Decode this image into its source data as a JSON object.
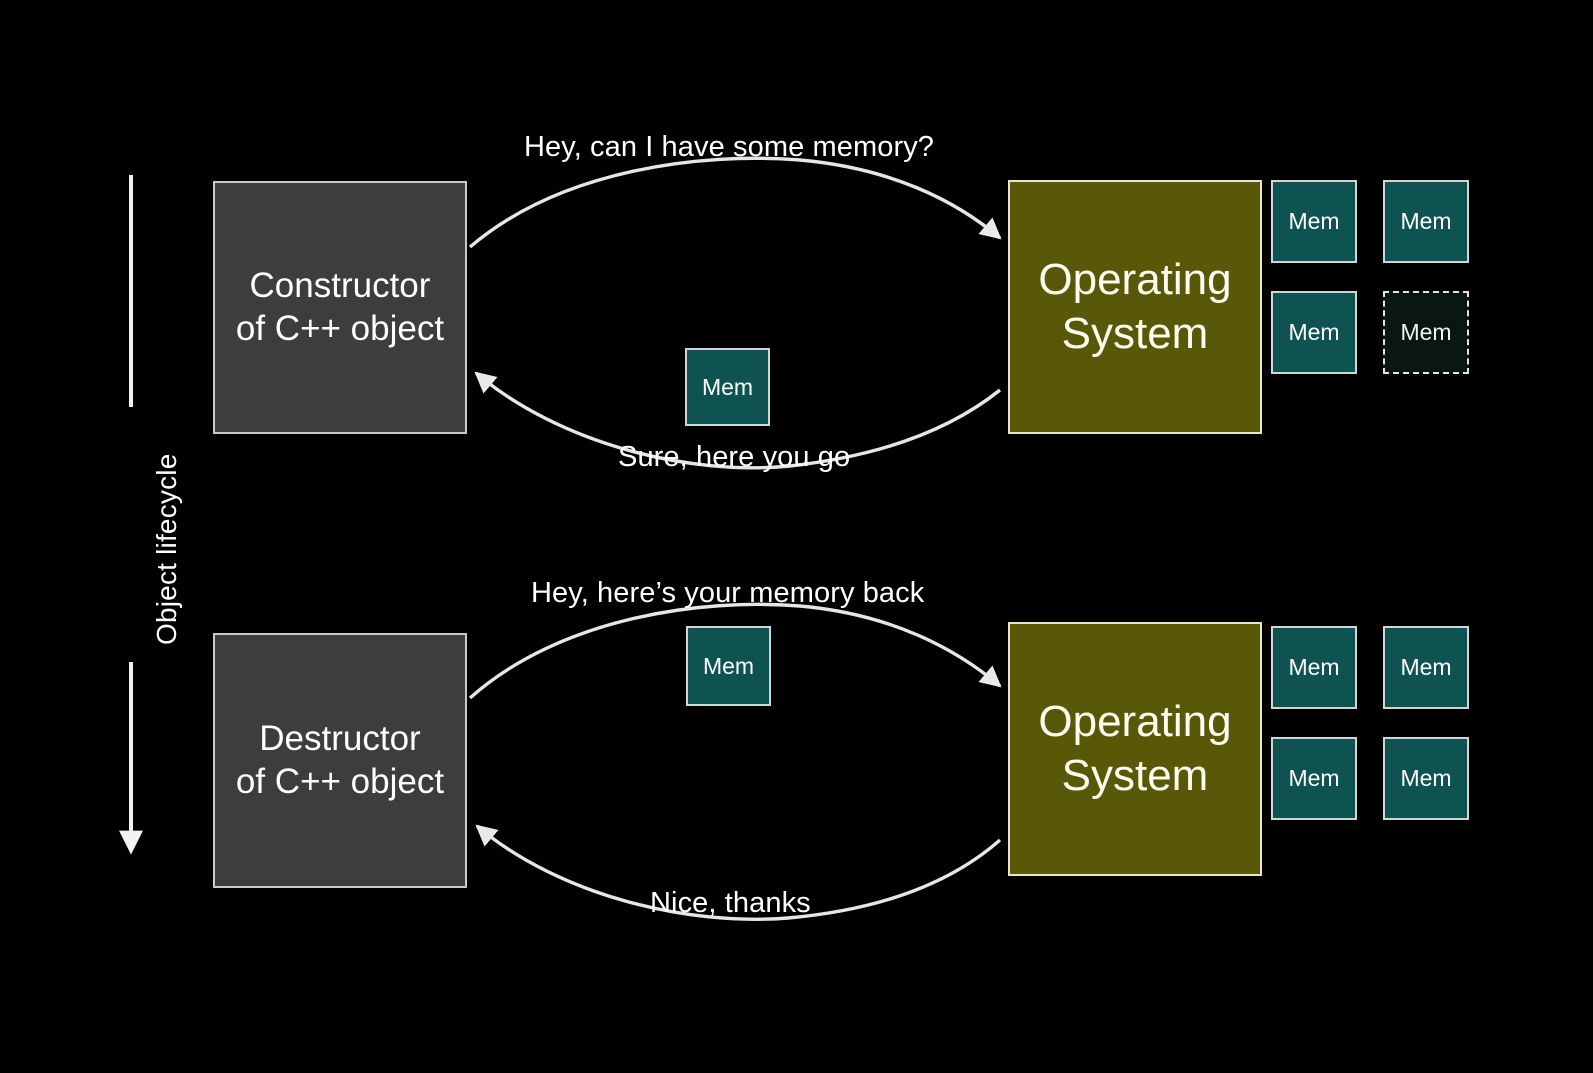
{
  "slide": {
    "background_color": "#000000",
    "title_text": "",
    "axis": {
      "label": "Object lifecycle",
      "direction": "downward",
      "color": "#ffffff"
    },
    "colors": {
      "background": "#000000",
      "caller_box_fill": "#3d3d3d",
      "caller_box_border": "#c9c9c9",
      "os_box_fill": "#585808",
      "os_box_border": "#e8e5c8",
      "memory_fill": "#0e5252",
      "memory_border": "#cfd6d6",
      "memory_freed_fill": "#0a1614",
      "memory_freed_border": "#e3e3e3",
      "arrow": "#e6e6e6",
      "text": "#ffffff"
    }
  },
  "phases": [
    {
      "id": "construction",
      "caller": {
        "line1": "Constructor",
        "line2": "of C++ object"
      },
      "os": {
        "line1": "Operating",
        "line2": "System"
      },
      "request_message": "Hey, can I have some memory?",
      "response_message": "Sure, here you go",
      "transit_memory": {
        "label": "Mem",
        "state": "allocated"
      },
      "memory_pool": [
        {
          "label": "Mem",
          "state": "available"
        },
        {
          "label": "Mem",
          "state": "available"
        },
        {
          "label": "Mem",
          "state": "available"
        },
        {
          "label": "Mem",
          "state": "handed-out"
        }
      ]
    },
    {
      "id": "destruction",
      "caller": {
        "line1": "Destructor",
        "line2": "of C++ object"
      },
      "os": {
        "line1": "Operating",
        "line2": "System"
      },
      "request_message": "Hey, here’s your memory back",
      "response_message": "Nice, thanks",
      "transit_memory": {
        "label": "Mem",
        "state": "returning"
      },
      "memory_pool": [
        {
          "label": "Mem",
          "state": "available"
        },
        {
          "label": "Mem",
          "state": "available"
        },
        {
          "label": "Mem",
          "state": "available"
        },
        {
          "label": "Mem",
          "state": "available"
        }
      ]
    }
  ]
}
